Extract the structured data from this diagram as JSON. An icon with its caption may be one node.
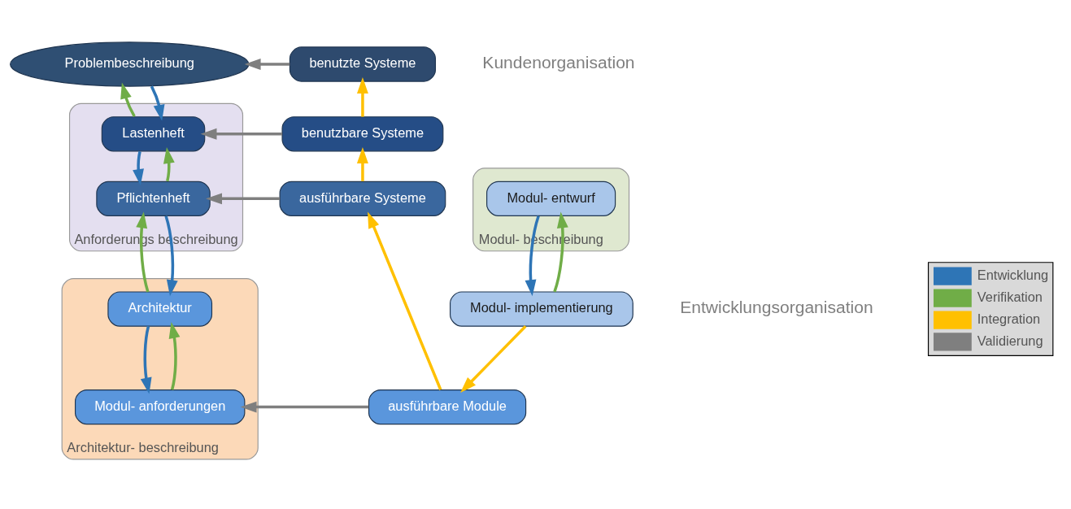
{
  "diagram": {
    "nodes": [
      {
        "text": [
          "Problembeschreibung"
        ]
      },
      {
        "text": [
          "Anforderungs beschreibung"
        ]
      },
      {
        "text": [
          "Lastenheft"
        ],
        "in": 1
      },
      {
        "text": [
          "Pflichtenheft"
        ],
        "in": 1
      },
      {
        "text": [
          "Architektur- beschreibung"
        ]
      },
      {
        "text": [
          "Architektur"
        ],
        "in": 4
      },
      {
        "text": [
          "Modul- anforderungen"
        ],
        "in": 4
      },
      {
        "text": [
          "Modul- beschreibung"
        ]
      },
      {
        "text": [
          "Modul- entwurf"
        ],
        "in": 7
      },
      {
        "text": [
          "Modul- implementierung"
        ]
      },
      {
        "text": [
          "benutzte Systeme"
        ]
      },
      {
        "text": [
          "benutzbare Systeme"
        ]
      },
      {
        "text": [
          "ausführbare Systeme"
        ]
      },
      {
        "text": [
          "ausführbare Module"
        ]
      }
    ],
    "edges": [
      {
        "from": 0,
        "to": 2,
        "arrow": "to",
        "color": "#2e75b6"
      },
      {
        "from": 2,
        "to": 0,
        "arrow": "to",
        "color": "#70ad47"
      },
      {
        "from": 2,
        "to": 3,
        "arrow": "to",
        "color": "#2e75b6"
      },
      {
        "from": 3,
        "to": 2,
        "arrow": "to",
        "color": "#70ad47"
      },
      {
        "from": 3,
        "to": 5,
        "arrow": "to",
        "color": "#2e75b6"
      },
      {
        "from": 5,
        "to": 3,
        "arrow": "to",
        "color": "#70ad47"
      },
      {
        "from": 5,
        "to": 6,
        "arrow": "to",
        "color": "#2e75b6"
      },
      {
        "from": 6,
        "to": 5,
        "arrow": "to",
        "color": "#70ad47"
      },
      {
        "from": 8,
        "to": 9,
        "arrow": "to",
        "color": "#2e75b6"
      },
      {
        "from": 9,
        "to": 8,
        "arrow": "to",
        "color": "#70ad47"
      },
      {
        "from": 9,
        "to": 13,
        "arrow": "to",
        "color": "#ffc000"
      },
      {
        "from": 13,
        "to": 12,
        "arrow": "to",
        "color": "#ffc000"
      },
      {
        "from": 12,
        "to": 11,
        "arrow": "to",
        "color": "#ffc000"
      },
      {
        "from": 11,
        "to": 10,
        "arrow": "to",
        "color": "#ffc000"
      },
      {
        "from": 10,
        "to": 0,
        "arrow": "to",
        "color": "#7f7f7f"
      },
      {
        "from": 11,
        "to": 2,
        "arrow": "to",
        "color": "#7f7f7f"
      },
      {
        "from": 12,
        "to": 3,
        "arrow": "to",
        "color": "#7f7f7f"
      },
      {
        "from": 13,
        "to": 6,
        "arrow": "to",
        "color": "#7f7f7f"
      }
    ],
    "labels": [
      "Kundenorganisation",
      "Entwicklungsorganisation"
    ],
    "legend": [
      {
        "text": "Entwicklung",
        "color": "#2e75b6"
      },
      {
        "text": "Verifikation",
        "color": "#70ad47"
      },
      {
        "text": "Integration",
        "color": "#ffc000"
      },
      {
        "text": "Validierung",
        "color": "#7f7f7f"
      }
    ]
  }
}
